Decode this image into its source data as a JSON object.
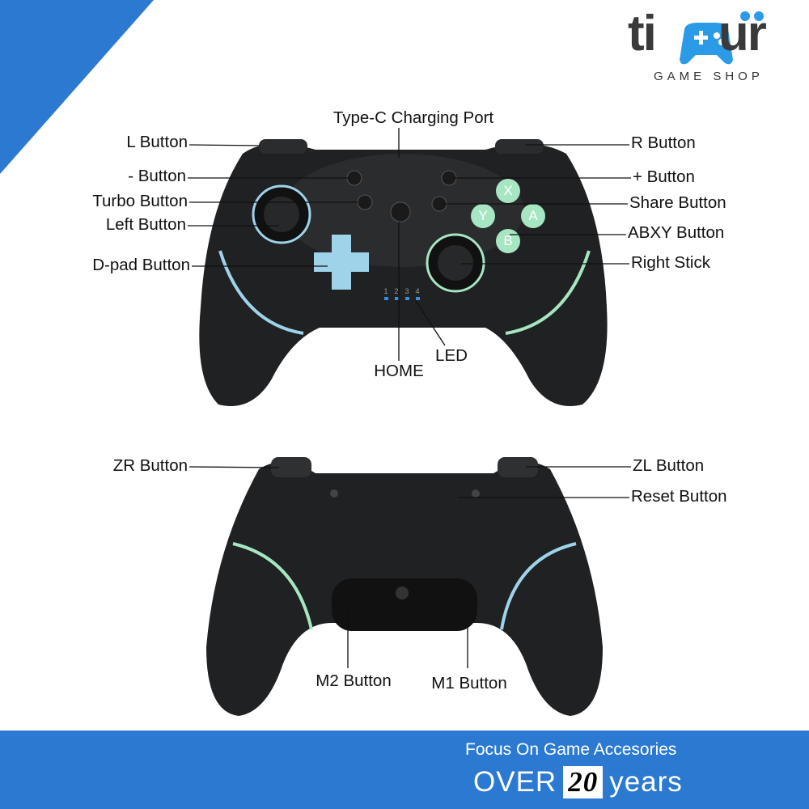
{
  "brand": {
    "logo_text": "timür",
    "tagline": "GAME SHOP",
    "accent": "#2b9be8"
  },
  "front_labels": {
    "type_c": "Type-C Charging Port",
    "l": "L Button",
    "minus": "- Button",
    "turbo": "Turbo Button",
    "left": "Left Button",
    "dpad": "D-pad Button",
    "r": "R Button",
    "plus": "+ Button",
    "share": "Share Button",
    "abxy": "ABXY Button",
    "right_stick": "Right Stick",
    "home": "HOME",
    "led": "LED"
  },
  "buttons": {
    "x": "X",
    "y": "Y",
    "a": "A",
    "b": "B",
    "led_numbers": [
      "1",
      "2",
      "3",
      "4"
    ]
  },
  "back_labels": {
    "zr": "ZR Button",
    "zl": "ZL Button",
    "reset": "Reset Button",
    "m2": "M2 Button",
    "m1": "M1 Button"
  },
  "banner": {
    "line1": "Focus On Game Accesories",
    "over": "OVER",
    "number": "20",
    "years": "years",
    "color": "#2b79d1"
  },
  "colors": {
    "body": "#1c1e20",
    "mint": "#a6e6c2",
    "light_blue": "#9fd3ea"
  }
}
